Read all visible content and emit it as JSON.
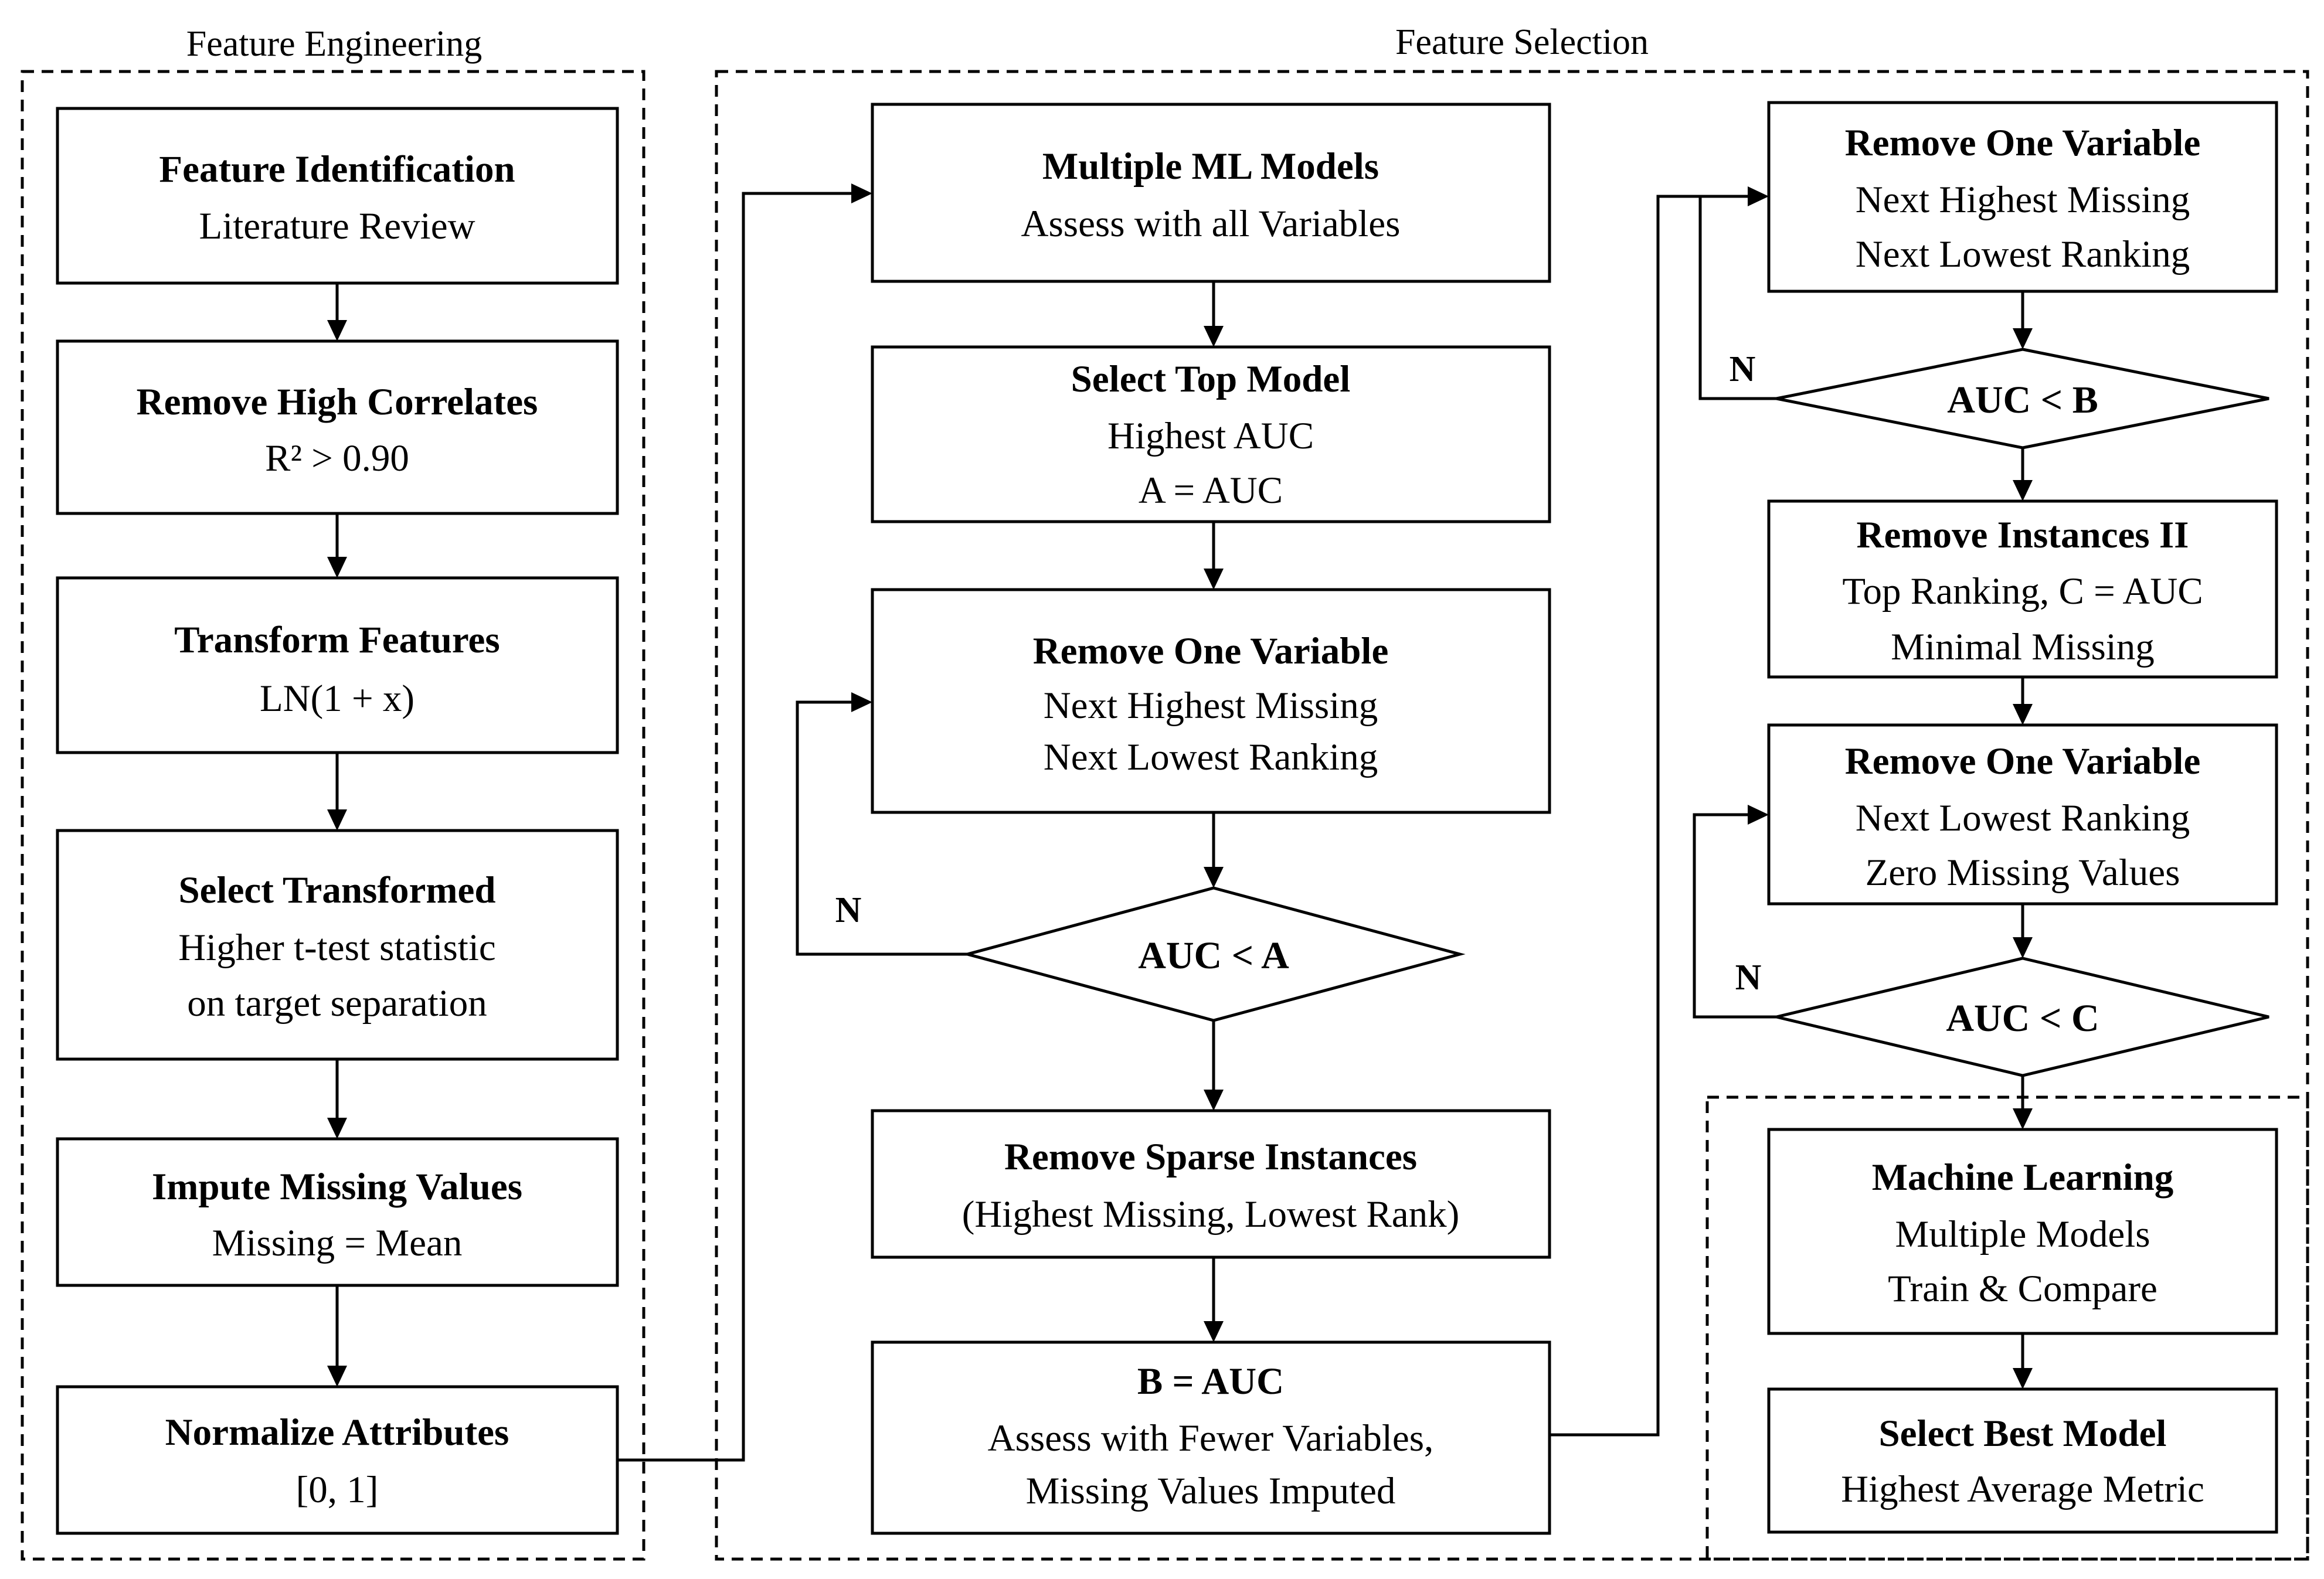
{
  "sections": {
    "feature_engineering": "Feature Engineering",
    "feature_selection": "Feature Selection"
  },
  "nodes": {
    "feature_identification": {
      "title": "Feature Identification",
      "lines": [
        "Literature Review"
      ]
    },
    "remove_high_correlates": {
      "title": "Remove High Correlates",
      "lines": [
        "R² > 0.90"
      ]
    },
    "transform_features": {
      "title": "Transform Features",
      "lines": [
        "LN(1 + x)"
      ]
    },
    "select_transformed": {
      "title": "Select Transformed",
      "lines": [
        "Higher t-test statistic",
        "on target separation"
      ]
    },
    "impute_missing": {
      "title": "Impute Missing Values",
      "lines": [
        "Missing = Mean"
      ]
    },
    "normalize_attributes": {
      "title": "Normalize Attributes",
      "lines": [
        "[0, 1]"
      ]
    },
    "multiple_ml_models": {
      "title": "Multiple ML Models",
      "lines": [
        "Assess with all Variables"
      ]
    },
    "select_top_model": {
      "title": "Select Top Model",
      "lines": [
        "Highest AUC",
        "A = AUC"
      ]
    },
    "remove_one_variable_1": {
      "title": "Remove One Variable",
      "lines": [
        "Next Highest Missing",
        "Next Lowest Ranking"
      ]
    },
    "remove_sparse_instances": {
      "title": "Remove Sparse Instances",
      "lines": [
        "(Highest Missing, Lowest Rank)"
      ]
    },
    "b_equals_auc": {
      "title": "B = AUC",
      "lines": [
        "Assess with Fewer Variables,",
        "Missing Values Imputed"
      ]
    },
    "remove_one_variable_2": {
      "title": "Remove One Variable",
      "lines": [
        "Next Highest Missing",
        "Next Lowest Ranking"
      ]
    },
    "remove_instances_ii": {
      "title": "Remove Instances II",
      "lines": [
        "Top Ranking, C = AUC",
        "Minimal Missing"
      ]
    },
    "remove_one_variable_3": {
      "title": "Remove One Variable",
      "lines": [
        "Next Lowest Ranking",
        "Zero Missing Values"
      ]
    },
    "machine_learning": {
      "title": "Machine Learning",
      "lines": [
        "Multiple Models",
        "Train & Compare"
      ]
    },
    "select_best_model": {
      "title": "Select Best Model",
      "lines": [
        "Highest Average Metric"
      ]
    }
  },
  "decisions": {
    "auc_lt_a": "AUC < A",
    "auc_lt_b": "AUC < B",
    "auc_lt_c": "AUC < C"
  },
  "edge_labels": {
    "loop_a": "N",
    "loop_b": "N",
    "loop_c": "N"
  }
}
